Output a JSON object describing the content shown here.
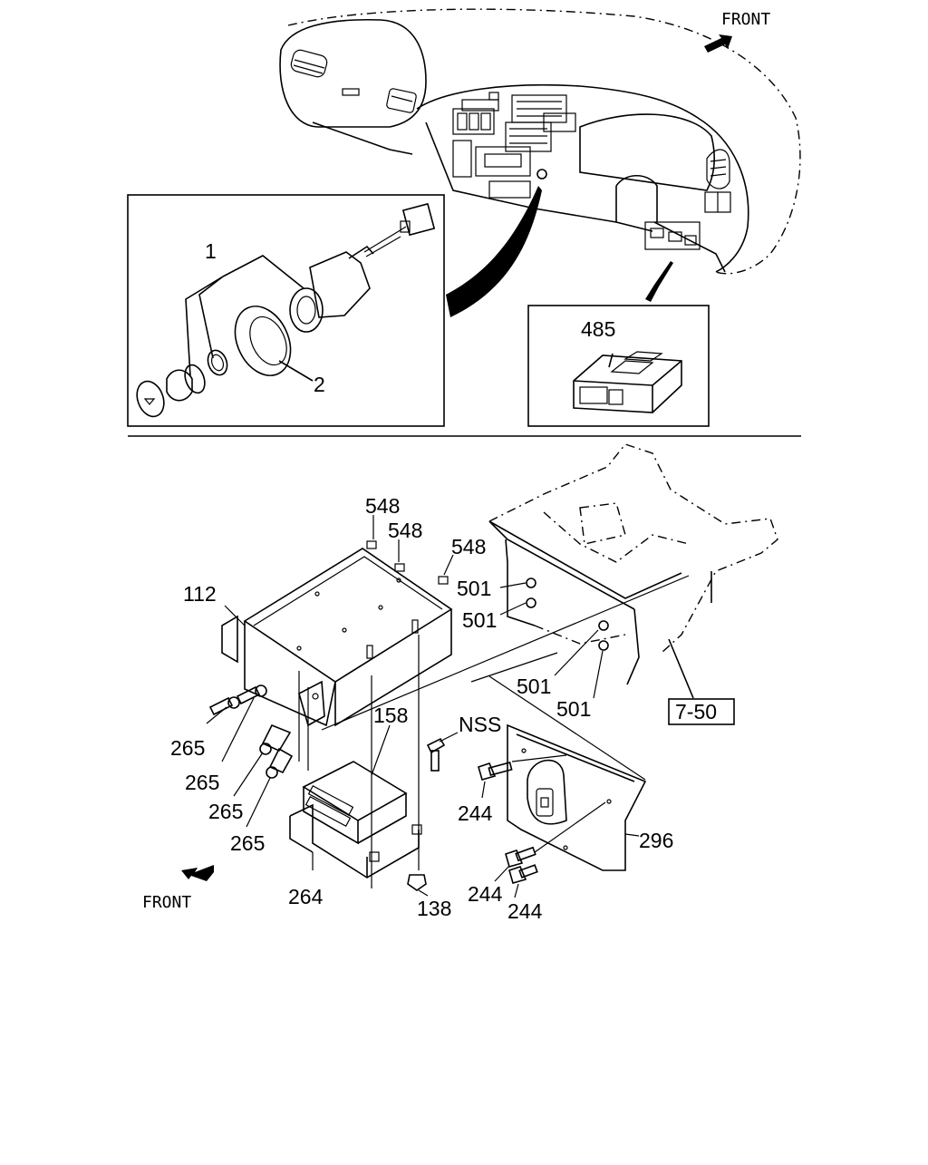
{
  "labels": {
    "front_top": "FRONT",
    "front_bottom": "FRONT",
    "p1": "1",
    "p2": "2",
    "p485": "485",
    "p548a": "548",
    "p548b": "548",
    "p548c": "548",
    "p112": "112",
    "p501a": "501",
    "p501b": "501",
    "p501c": "501",
    "p501d": "501",
    "ref750": "7-50",
    "p158": "158",
    "nss": "NSS",
    "p265a": "265",
    "p265b": "265",
    "p265c": "265",
    "p265d": "265",
    "p244a": "244",
    "p244b": "244",
    "p244c": "244",
    "p296": "296",
    "p264": "264",
    "p138": "138"
  }
}
